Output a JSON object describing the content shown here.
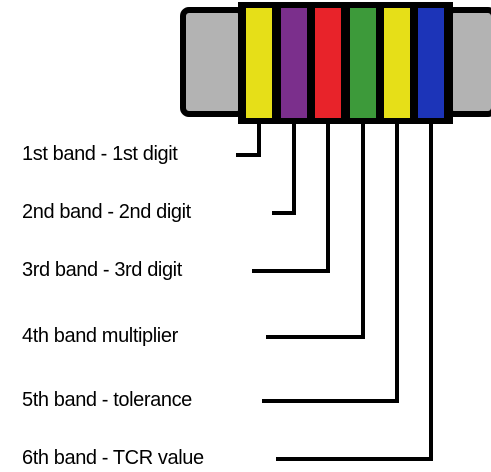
{
  "colors": {
    "background": "#ffffff",
    "resistor_outline": "#000000",
    "resistor_body": "#b3b3b3",
    "leader_lines": "#000000"
  },
  "bands": [
    {
      "name": "band-1",
      "color": "#e6df18"
    },
    {
      "name": "band-2",
      "color": "#7b2f8c"
    },
    {
      "name": "band-3",
      "color": "#e8232a"
    },
    {
      "name": "band-4",
      "color": "#3d9a3a"
    },
    {
      "name": "band-5",
      "color": "#e6df18"
    },
    {
      "name": "band-6",
      "color": "#1c34b8"
    }
  ],
  "labels": [
    "1st band - 1st digit",
    "2nd band - 2nd digit",
    "3rd band - 3rd digit",
    "4th band  multiplier",
    "5th band - tolerance",
    "6th band - TCR value"
  ]
}
